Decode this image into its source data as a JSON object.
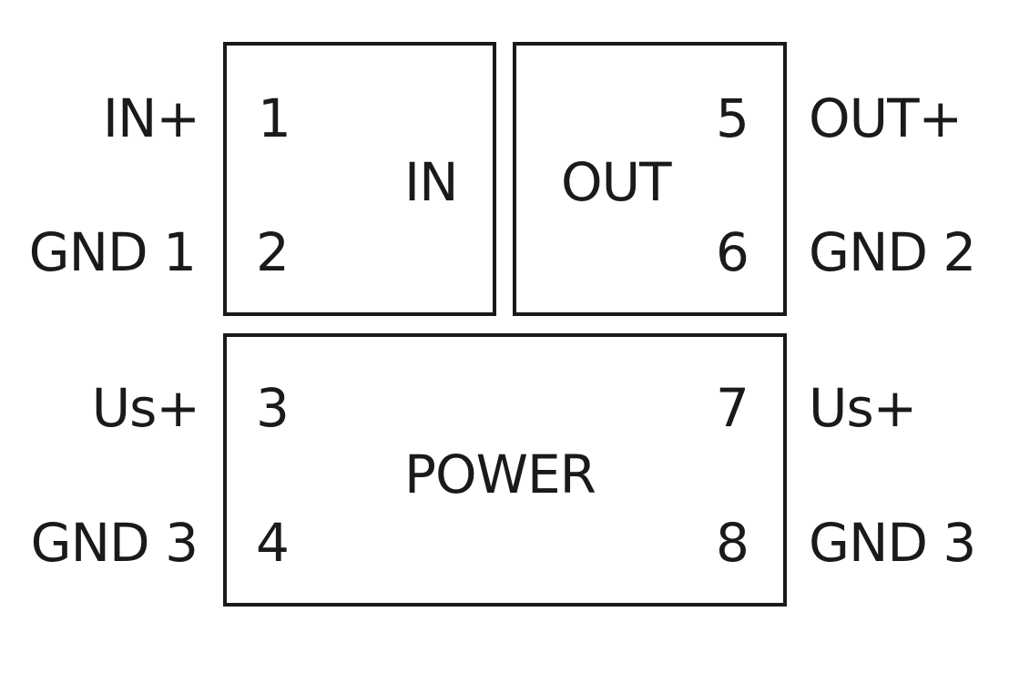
{
  "diagram": {
    "blocks": {
      "in": {
        "label": "IN"
      },
      "out": {
        "label": "OUT"
      },
      "power": {
        "label": "POWER"
      }
    },
    "pins": {
      "p1": {
        "number": "1",
        "signal": "IN+"
      },
      "p2": {
        "number": "2",
        "signal": "GND 1"
      },
      "p3": {
        "number": "3",
        "signal": "Us+"
      },
      "p4": {
        "number": "4",
        "signal": "GND 3"
      },
      "p5": {
        "number": "5",
        "signal": "OUT+"
      },
      "p6": {
        "number": "6",
        "signal": "GND 2"
      },
      "p7": {
        "number": "7",
        "signal": "Us+"
      },
      "p8": {
        "number": "8",
        "signal": "GND 3"
      }
    },
    "colors": {
      "line": "#1a1a1a",
      "background": "#ffffff"
    }
  }
}
